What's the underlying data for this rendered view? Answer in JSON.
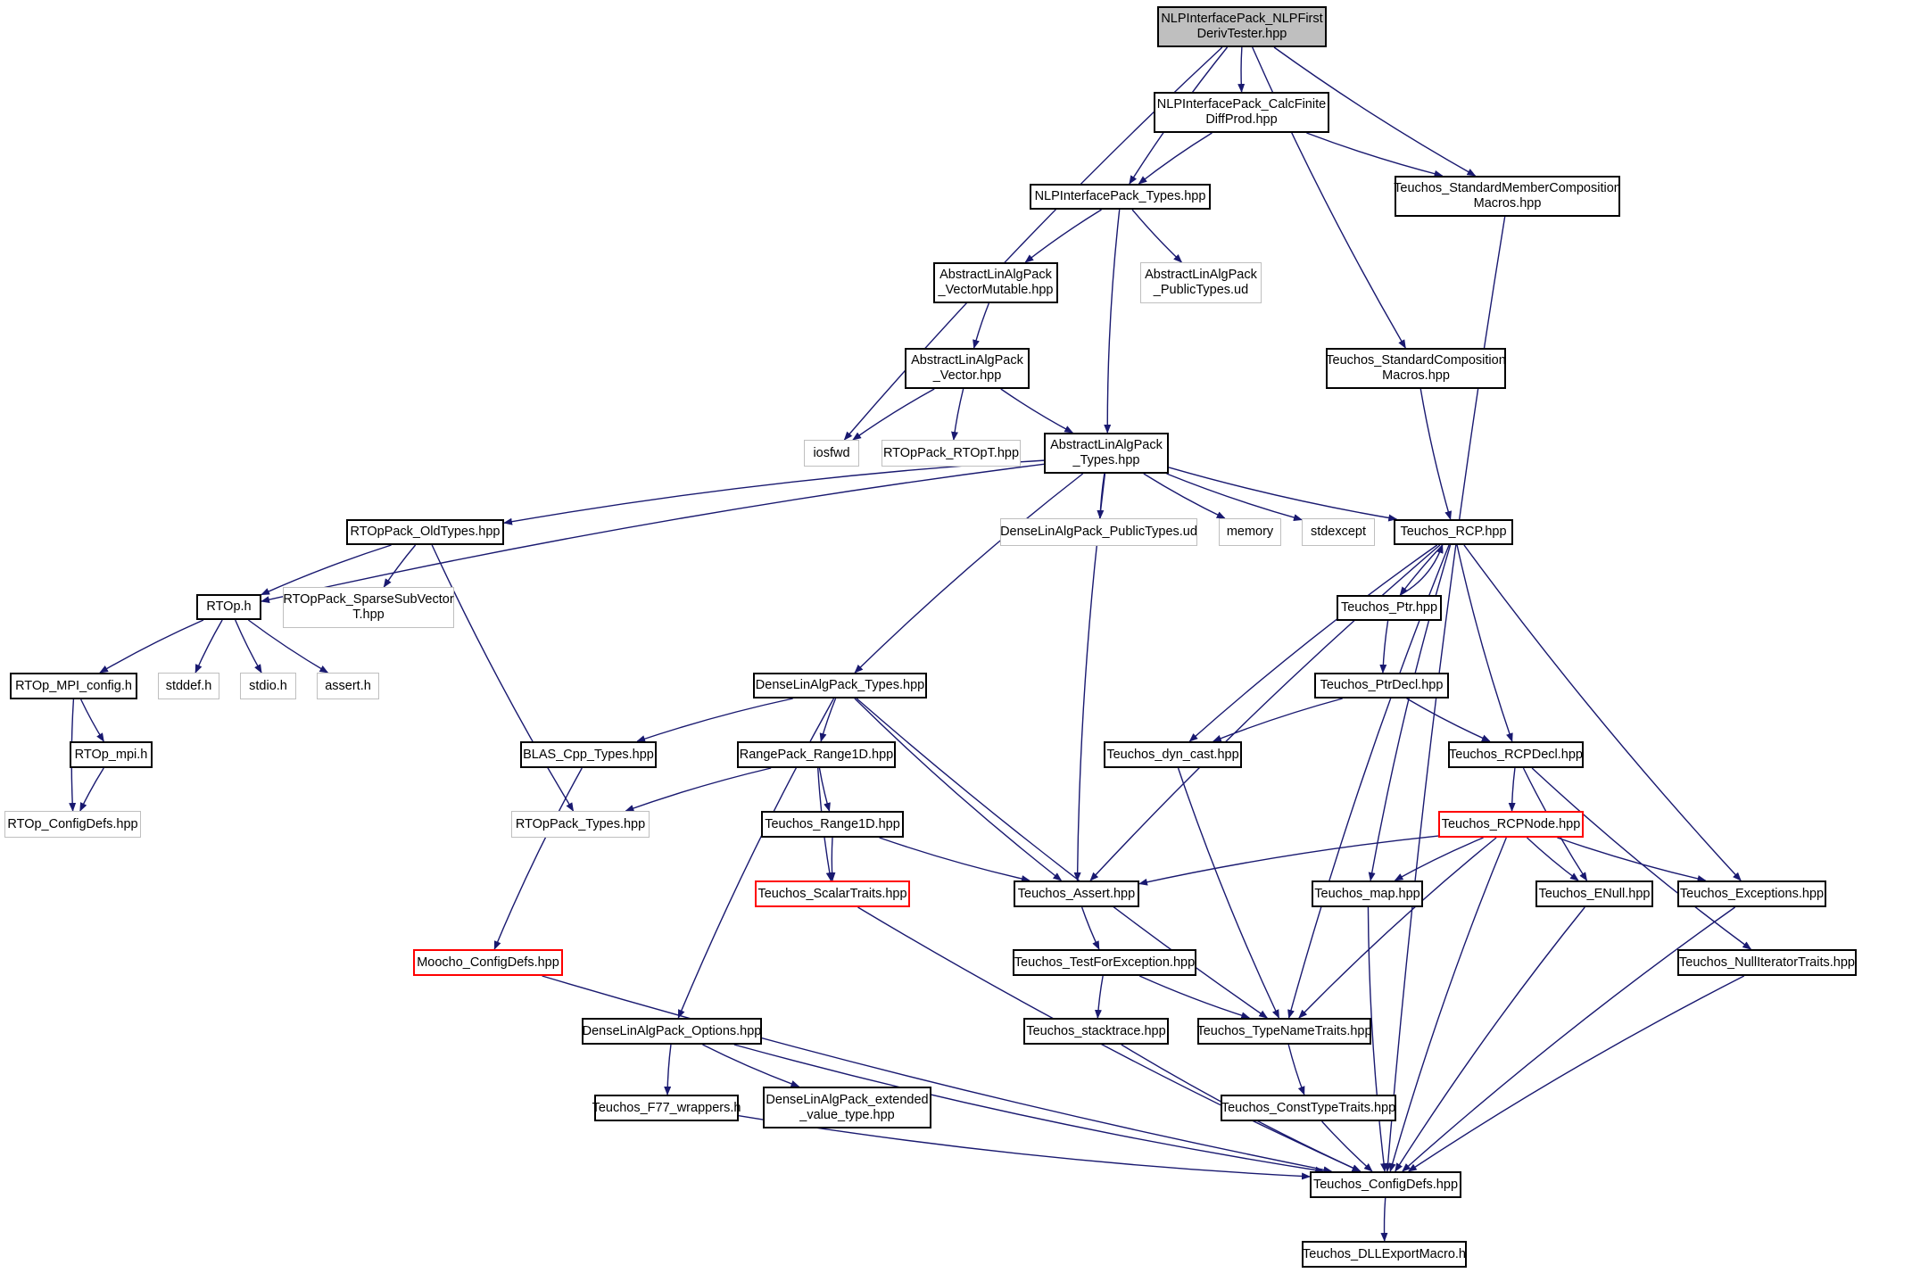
{
  "colors": {
    "edge": "#191970",
    "normal_border": "#000000",
    "external_border": "#bfbfbf",
    "truncated_border": "#ff0000",
    "root_fill": "#bfbfbf"
  },
  "nodes": {
    "root": {
      "label": "NLPInterfacePack_NLPFirst\nDerivTester.hpp",
      "kind": "root"
    },
    "calcfd": {
      "label": "NLPInterfacePack_CalcFinite\nDiffProd.hpp",
      "kind": "normal"
    },
    "nlptypes": {
      "label": "NLPInterfacePack_Types.hpp",
      "kind": "normal"
    },
    "smcm": {
      "label": "Teuchos_StandardMemberComposition\nMacros.hpp",
      "kind": "normal"
    },
    "ala_vm": {
      "label": "AbstractLinAlgPack\n_VectorMutable.hpp",
      "kind": "normal"
    },
    "ala_pub": {
      "label": "AbstractLinAlgPack\n_PublicTypes.ud",
      "kind": "external"
    },
    "ala_vec": {
      "label": "AbstractLinAlgPack\n_Vector.hpp",
      "kind": "normal"
    },
    "scm": {
      "label": "Teuchos_StandardComposition\nMacros.hpp",
      "kind": "normal"
    },
    "iosfwd": {
      "label": "iosfwd",
      "kind": "external"
    },
    "rtopt": {
      "label": "RTOpPack_RTOpT.hpp",
      "kind": "external"
    },
    "ala_types": {
      "label": "AbstractLinAlgPack\n_Types.hpp",
      "kind": "normal"
    },
    "rtop_old": {
      "label": "RTOpPack_OldTypes.hpp",
      "kind": "normal"
    },
    "dla_pub": {
      "label": "DenseLinAlgPack_PublicTypes.ud",
      "kind": "external"
    },
    "memory": {
      "label": "memory",
      "kind": "external"
    },
    "stdexcept": {
      "label": "stdexcept",
      "kind": "external"
    },
    "rcp": {
      "label": "Teuchos_RCP.hpp",
      "kind": "normal"
    },
    "rtoph": {
      "label": "RTOp.h",
      "kind": "normal"
    },
    "rtop_ssv": {
      "label": "RTOpPack_SparseSubVector\nT.hpp",
      "kind": "external"
    },
    "ptr": {
      "label": "Teuchos_Ptr.hpp",
      "kind": "normal"
    },
    "rtop_mpi_cfg": {
      "label": "RTOp_MPI_config.h",
      "kind": "normal"
    },
    "stddef": {
      "label": "stddef.h",
      "kind": "external"
    },
    "stdio": {
      "label": "stdio.h",
      "kind": "external"
    },
    "asserth": {
      "label": "assert.h",
      "kind": "external"
    },
    "dla_types": {
      "label": "DenseLinAlgPack_Types.hpp",
      "kind": "normal"
    },
    "ptrdecl": {
      "label": "Teuchos_PtrDecl.hpp",
      "kind": "normal"
    },
    "rtop_mpi": {
      "label": "RTOp_mpi.h",
      "kind": "normal"
    },
    "blas": {
      "label": "BLAS_Cpp_Types.hpp",
      "kind": "normal"
    },
    "range1d_rp": {
      "label": "RangePack_Range1D.hpp",
      "kind": "normal"
    },
    "dyncast": {
      "label": "Teuchos_dyn_cast.hpp",
      "kind": "normal"
    },
    "rcpdecl": {
      "label": "Teuchos_RCPDecl.hpp",
      "kind": "normal"
    },
    "rtop_cfgdefs": {
      "label": "RTOp_ConfigDefs.hpp",
      "kind": "external"
    },
    "rtoppack_types": {
      "label": "RTOpPack_Types.hpp",
      "kind": "external"
    },
    "t_range1d": {
      "label": "Teuchos_Range1D.hpp",
      "kind": "normal"
    },
    "rcpnode": {
      "label": "Teuchos_RCPNode.hpp",
      "kind": "truncated"
    },
    "scalartraits": {
      "label": "Teuchos_ScalarTraits.hpp",
      "kind": "truncated"
    },
    "t_assert": {
      "label": "Teuchos_Assert.hpp",
      "kind": "normal"
    },
    "t_map": {
      "label": "Teuchos_map.hpp",
      "kind": "normal"
    },
    "enull": {
      "label": "Teuchos_ENull.hpp",
      "kind": "normal"
    },
    "exceptions": {
      "label": "Teuchos_Exceptions.hpp",
      "kind": "normal"
    },
    "moocho": {
      "label": "Moocho_ConfigDefs.hpp",
      "kind": "truncated"
    },
    "testforexc": {
      "label": "Teuchos_TestForException.hpp",
      "kind": "normal"
    },
    "nulliter": {
      "label": "Teuchos_NullIteratorTraits.hpp",
      "kind": "normal"
    },
    "dla_opts": {
      "label": "DenseLinAlgPack_Options.hpp",
      "kind": "normal"
    },
    "stacktrace": {
      "label": "Teuchos_stacktrace.hpp",
      "kind": "normal"
    },
    "typename": {
      "label": "Teuchos_TypeNameTraits.hpp",
      "kind": "normal"
    },
    "f77": {
      "label": "Teuchos_F77_wrappers.h",
      "kind": "normal"
    },
    "dla_ext": {
      "label": "DenseLinAlgPack_extended\n_value_type.hpp",
      "kind": "normal"
    },
    "consttype": {
      "label": "Teuchos_ConstTypeTraits.hpp",
      "kind": "normal"
    },
    "cfgdefs": {
      "label": "Teuchos_ConfigDefs.hpp",
      "kind": "normal"
    },
    "dllexport": {
      "label": "Teuchos_DLLExportMacro.h",
      "kind": "normal"
    }
  },
  "edges": [
    [
      "root",
      "calcfd"
    ],
    [
      "root",
      "nlptypes"
    ],
    [
      "root",
      "smcm"
    ],
    [
      "root",
      "scm"
    ],
    [
      "root",
      "iosfwd"
    ],
    [
      "calcfd",
      "nlptypes"
    ],
    [
      "calcfd",
      "smcm"
    ],
    [
      "nlptypes",
      "ala_vm"
    ],
    [
      "nlptypes",
      "ala_pub"
    ],
    [
      "nlptypes",
      "ala_types"
    ],
    [
      "smcm",
      "cfgdefs"
    ],
    [
      "ala_vm",
      "ala_vec"
    ],
    [
      "ala_vec",
      "iosfwd"
    ],
    [
      "ala_vec",
      "rtopt"
    ],
    [
      "ala_vec",
      "ala_types"
    ],
    [
      "scm",
      "rcp"
    ],
    [
      "ala_types",
      "rtop_old"
    ],
    [
      "ala_types",
      "rtoph"
    ],
    [
      "ala_types",
      "dla_pub"
    ],
    [
      "ala_types",
      "memory"
    ],
    [
      "ala_types",
      "stdexcept"
    ],
    [
      "ala_types",
      "rcp"
    ],
    [
      "ala_types",
      "dla_types"
    ],
    [
      "ala_types",
      "t_assert"
    ],
    [
      "rtop_old",
      "rtoph"
    ],
    [
      "rtop_old",
      "rtop_ssv"
    ],
    [
      "rtop_old",
      "rtoppack_types"
    ],
    [
      "rtoph",
      "rtop_mpi_cfg"
    ],
    [
      "rtoph",
      "stddef"
    ],
    [
      "rtoph",
      "stdio"
    ],
    [
      "rtoph",
      "asserth"
    ],
    [
      "rtop_mpi_cfg",
      "rtop_mpi"
    ],
    [
      "rtop_mpi_cfg",
      "rtop_cfgdefs"
    ],
    [
      "rtop_mpi",
      "rtop_cfgdefs"
    ],
    [
      "rcp",
      "ptr"
    ],
    [
      "rcp",
      "dyncast"
    ],
    [
      "rcp",
      "t_assert"
    ],
    [
      "rcp",
      "typename"
    ],
    [
      "rcp",
      "t_map"
    ],
    [
      "rcp",
      "rcpdecl"
    ],
    [
      "rcp",
      "exceptions"
    ],
    [
      "ptr",
      "rcp"
    ],
    [
      "ptr",
      "ptrdecl"
    ],
    [
      "ptrdecl",
      "dyncast"
    ],
    [
      "ptrdecl",
      "rcpdecl"
    ],
    [
      "dla_types",
      "blas"
    ],
    [
      "dla_types",
      "range1d_rp"
    ],
    [
      "dla_types",
      "dla_opts"
    ],
    [
      "dla_types",
      "t_assert"
    ],
    [
      "dla_types",
      "typename"
    ],
    [
      "blas",
      "moocho"
    ],
    [
      "range1d_rp",
      "rtoppack_types"
    ],
    [
      "range1d_rp",
      "t_range1d"
    ],
    [
      "range1d_rp",
      "scalartraits"
    ],
    [
      "t_range1d",
      "scalartraits"
    ],
    [
      "t_range1d",
      "t_assert"
    ],
    [
      "dyncast",
      "typename"
    ],
    [
      "rcpdecl",
      "rcpnode"
    ],
    [
      "rcpdecl",
      "enull"
    ],
    [
      "rcpdecl",
      "nulliter"
    ],
    [
      "rcpnode",
      "t_assert"
    ],
    [
      "rcpnode",
      "t_map"
    ],
    [
      "rcpnode",
      "enull"
    ],
    [
      "rcpnode",
      "exceptions"
    ],
    [
      "rcpnode",
      "typename"
    ],
    [
      "rcpnode",
      "cfgdefs"
    ],
    [
      "scalartraits",
      "cfgdefs"
    ],
    [
      "t_assert",
      "testforexc"
    ],
    [
      "t_map",
      "cfgdefs"
    ],
    [
      "enull",
      "cfgdefs"
    ],
    [
      "exceptions",
      "cfgdefs"
    ],
    [
      "nulliter",
      "cfgdefs"
    ],
    [
      "moocho",
      "cfgdefs"
    ],
    [
      "testforexc",
      "stacktrace"
    ],
    [
      "testforexc",
      "typename"
    ],
    [
      "dla_opts",
      "f77"
    ],
    [
      "dla_opts",
      "dla_ext"
    ],
    [
      "dla_opts",
      "cfgdefs"
    ],
    [
      "stacktrace",
      "cfgdefs"
    ],
    [
      "typename",
      "consttype"
    ],
    [
      "f77",
      "cfgdefs"
    ],
    [
      "consttype",
      "cfgdefs"
    ],
    [
      "cfgdefs",
      "dllexport"
    ]
  ]
}
